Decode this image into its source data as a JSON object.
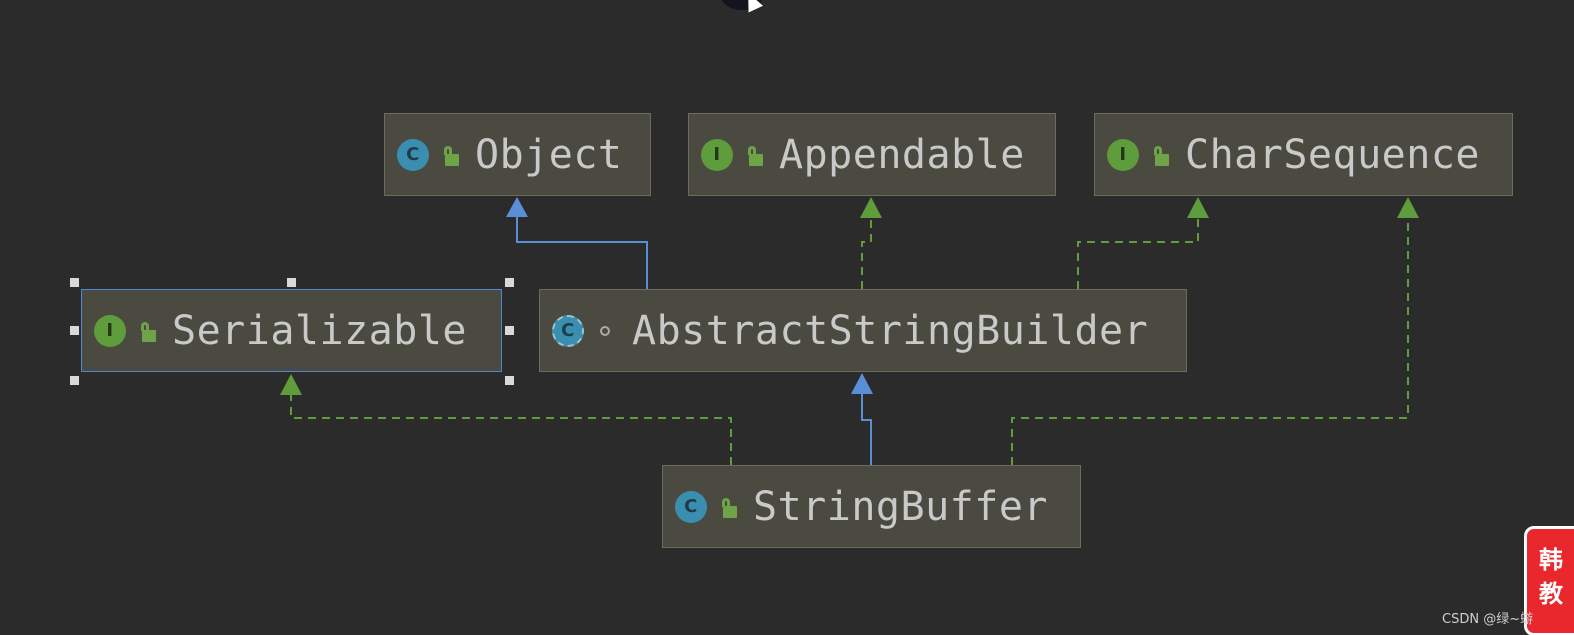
{
  "diagram": {
    "nodes": {
      "object": {
        "name": "Object",
        "kind": "class"
      },
      "appendable": {
        "name": "Appendable",
        "kind": "interface"
      },
      "charsequence": {
        "name": "CharSequence",
        "kind": "interface"
      },
      "serializable": {
        "name": "Serializable",
        "kind": "interface",
        "selected": true
      },
      "asb": {
        "name": "AbstractStringBuilder",
        "kind": "abstract-class"
      },
      "stringbuffer": {
        "name": "StringBuffer",
        "kind": "class"
      }
    },
    "badges": {
      "class": "C",
      "interface": "I"
    },
    "colors": {
      "background": "#2b2b2b",
      "node_fill": "#4a4a40",
      "extends_edge": "#5a8fd8",
      "implements_edge": "#5f9c3b",
      "selection": "#4f86d6"
    },
    "icons": [
      "class-icon",
      "interface-icon",
      "public-lock-icon",
      "package-private-dot-icon"
    ]
  },
  "watermark": {
    "badge_text": "韩\n教",
    "credit": "CSDN @绿~蝣"
  }
}
